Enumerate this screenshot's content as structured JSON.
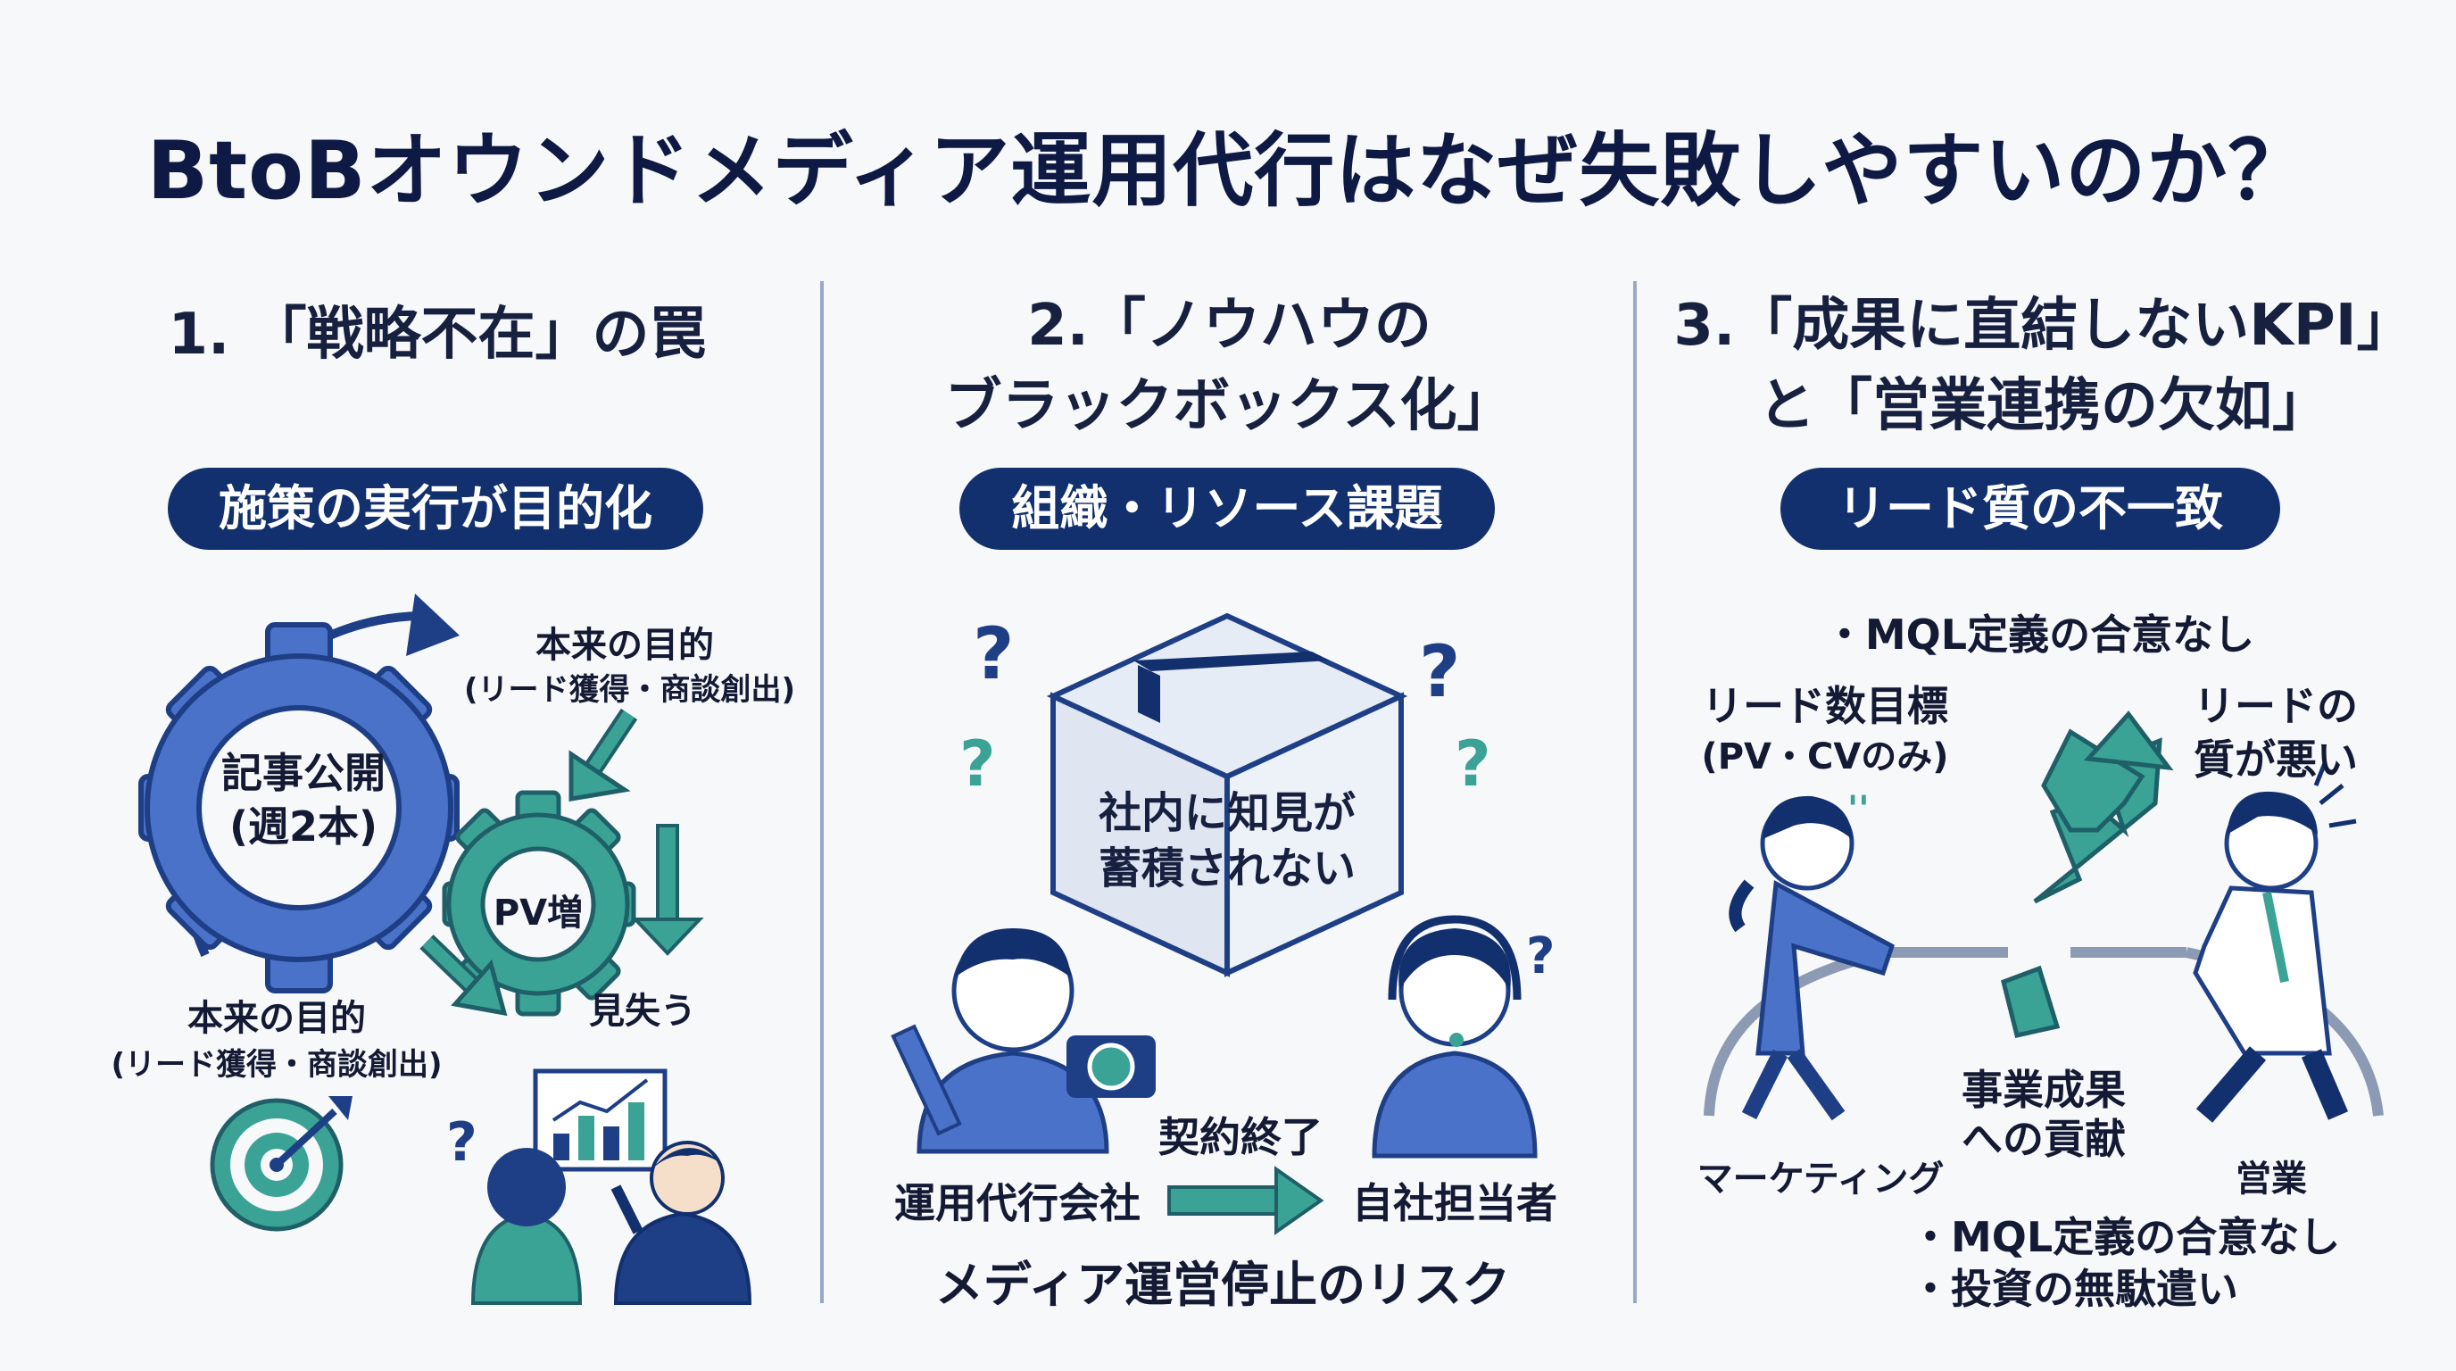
{
  "title": "BtoBオウンドメディア運用代行はなぜ失敗しやすいのか？",
  "col1": {
    "heading": "1. 「戦略不在」の罠",
    "pill": "施策の実行が目的化",
    "gear_big": "記事公開",
    "gear_big_sub": "(週2本)",
    "gear_small": "PV増",
    "purpose_top": "本来の目的",
    "purpose_top_sub": "(リード獲得・商談創出)",
    "lose": "見失う",
    "purpose_bottom": "本来の目的",
    "purpose_bottom_sub": "(リード獲得・商談創出)"
  },
  "col2": {
    "heading_line1": "2.「ノウハウの",
    "heading_line2": "ブラックボックス化」",
    "pill": "組織・リソース課題",
    "box_text1": "社内に知見が",
    "box_text2": "蓄積されない",
    "contract": "契約終了",
    "agency": "運用代行会社",
    "inhouse": "自社担当者",
    "risk": "メディア運営停止のリスク"
  },
  "col3": {
    "heading_line1": "3.「成果に直結しないKPI」",
    "heading_line2": "と「営業連携の欠如」",
    "pill": "リード質の不一致",
    "bullet_top": "・MQL定義の合意なし",
    "lead_target": "リード数目標",
    "lead_target_sub": "(PV・CVのみ)",
    "lead_quality1": "リードの",
    "lead_quality2": "質が悪い",
    "result1": "事業成果",
    "result2": "への貢献",
    "marketing": "マーケティング",
    "sales": "営業",
    "bullet1": "・MQL定義の合意なし",
    "bullet2": "・投資の無駄遣い"
  },
  "colors": {
    "navy": "#12306e",
    "blue": "#4a72c9",
    "teal": "#3aa395",
    "text": "#141a33"
  }
}
